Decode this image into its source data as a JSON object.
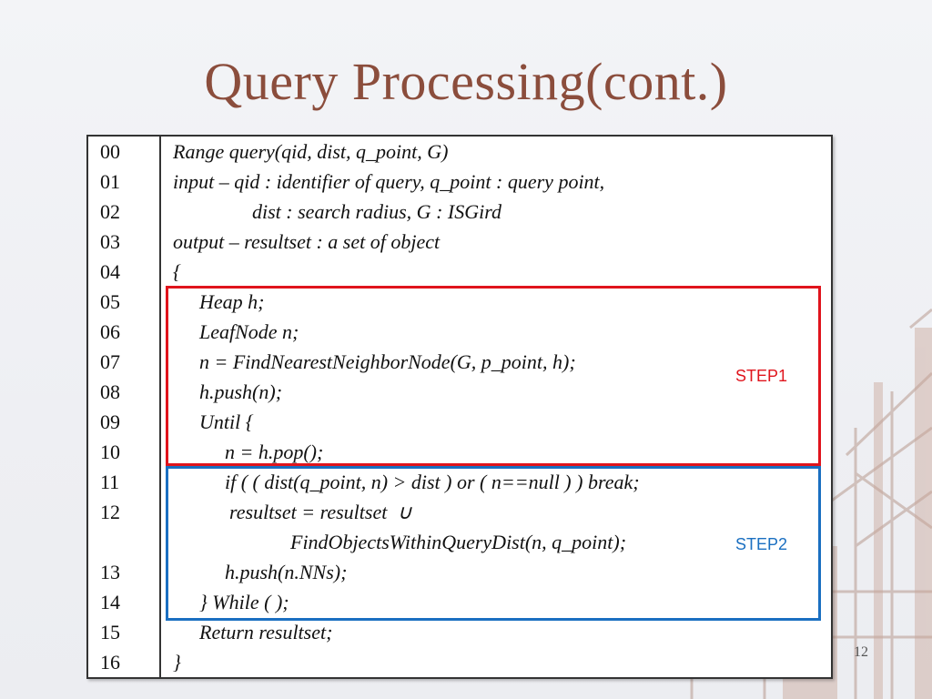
{
  "slide": {
    "title": "Query Processing(cont.)",
    "page_number": "12"
  },
  "code": {
    "line_numbers": [
      "00",
      "01",
      "02",
      "03",
      "04",
      "05",
      "06",
      "07",
      "08",
      "09",
      "10",
      "11",
      "12",
      "13",
      "14",
      "15",
      "16"
    ],
    "lines": [
      "Range query(qid, dist, q_point, G)",
      "input – qid : identifier of query, q_point : query point,",
      "dist : search radius, G : ISGird",
      "output – resultset : a set of object",
      "{",
      "Heap h;",
      "LeafNode n;",
      "n = FindNearestNeighborNode(G, p_point, h);",
      "h.push(n);",
      "Until {",
      "n = h.pop();",
      "if ( ( dist(q_point, n) > dist ) or ( n==null ) ) break;",
      "resultset = resultset  ∪",
      "FindObjectsWithinQueryDist(n, q_point);",
      "h.push(n.NNs);",
      "} While ( );",
      "Return resultset;",
      "}"
    ]
  },
  "annotations": {
    "step1": "STEP1",
    "step2": "STEP2",
    "step1_color": "#e0141c",
    "step2_color": "#1a6fc1"
  },
  "colors": {
    "title": "#8b4d3c"
  }
}
